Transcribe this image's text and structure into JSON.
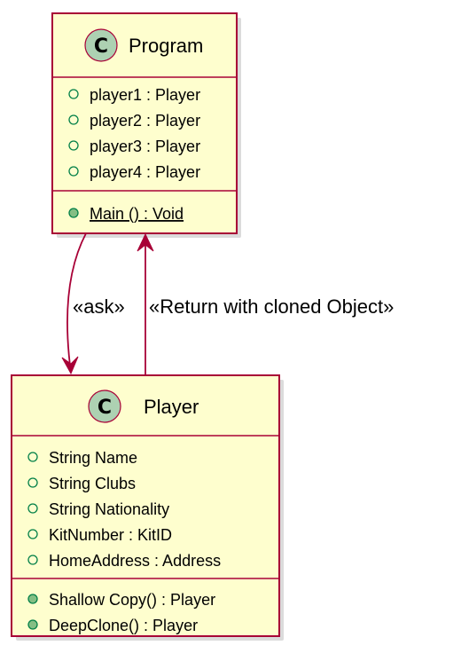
{
  "classes": {
    "program": {
      "badge": "C",
      "name": "Program",
      "attributes": [
        "player1 : Player",
        "player2 : Player",
        "player3 : Player",
        "player4 : Player"
      ],
      "methods": [
        "Main () : Void"
      ]
    },
    "player": {
      "badge": "C",
      "name": "Player",
      "attributes": [
        "String Name",
        "String Clubs",
        "String Nationality",
        "KitNumber : KitID",
        "HomeAddress : Address"
      ],
      "methods": [
        "Shallow Copy() : Player",
        "DeepClone() : Player"
      ]
    }
  },
  "relations": {
    "ask_label": "«ask»",
    "return_label": "«Return with cloned Object»"
  },
  "colors": {
    "border": "#A80036",
    "fill": "#FEFECE",
    "badge": "#ADD1B2",
    "visibility": "#038048"
  }
}
